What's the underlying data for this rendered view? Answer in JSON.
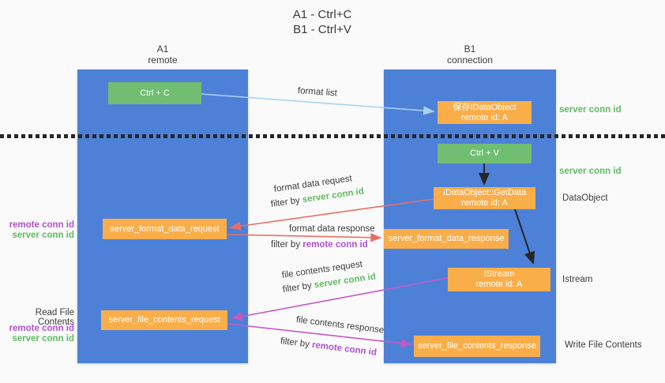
{
  "title": {
    "line1": "A1 - Ctrl+C",
    "line2": "B1 - Ctrl+V"
  },
  "columns": {
    "a": {
      "name": "A1",
      "role": "remote"
    },
    "b": {
      "name": "B1",
      "role": "connection"
    }
  },
  "nodes": {
    "ctrl_c": {
      "label": "Ctrl + C"
    },
    "save_dataobject": {
      "line1": "保存IDataObject",
      "line2": "remote id: A"
    },
    "ctrl_v": {
      "label": "Ctrl + V"
    },
    "getdata": {
      "line1": "IDataObject::GetData",
      "line2": "remote id: A"
    },
    "format_request": {
      "label": "server_format_data_request"
    },
    "format_response": {
      "label": "server_format_data_response"
    },
    "istream": {
      "line1": "IStream",
      "line2": "remote id: A"
    },
    "file_request": {
      "label": "server_file_contents_request"
    },
    "file_response": {
      "label": "server_file_contents_response"
    }
  },
  "labels": {
    "format_list": "format list",
    "format_data_request": "format data request",
    "format_data_response": "format data response",
    "file_contents_request": "file contents request",
    "file_contents_response": "file contents response",
    "filter_by": "filter by",
    "server_conn_id": "server conn id",
    "remote_conn_id": "remote conn id",
    "dataobject": "DataObject",
    "istream": "Istream",
    "read_file_contents": "Read File Contents",
    "write_file_contents": "Write File Contents"
  },
  "colors": {
    "bg": "#fafafa",
    "lane_blue": "#4d81d8",
    "node_green": "#6fbe71",
    "node_orange": "#f9ae4a",
    "green_text": "#5dbd60",
    "purple_text": "#b052d0",
    "red_arrow": "#e96d66",
    "magenta_arrow": "#c558c5",
    "lightblue_arrow": "#a6d3f2",
    "black_arrow": "#262626",
    "dark_text": "#3d3d3d"
  }
}
